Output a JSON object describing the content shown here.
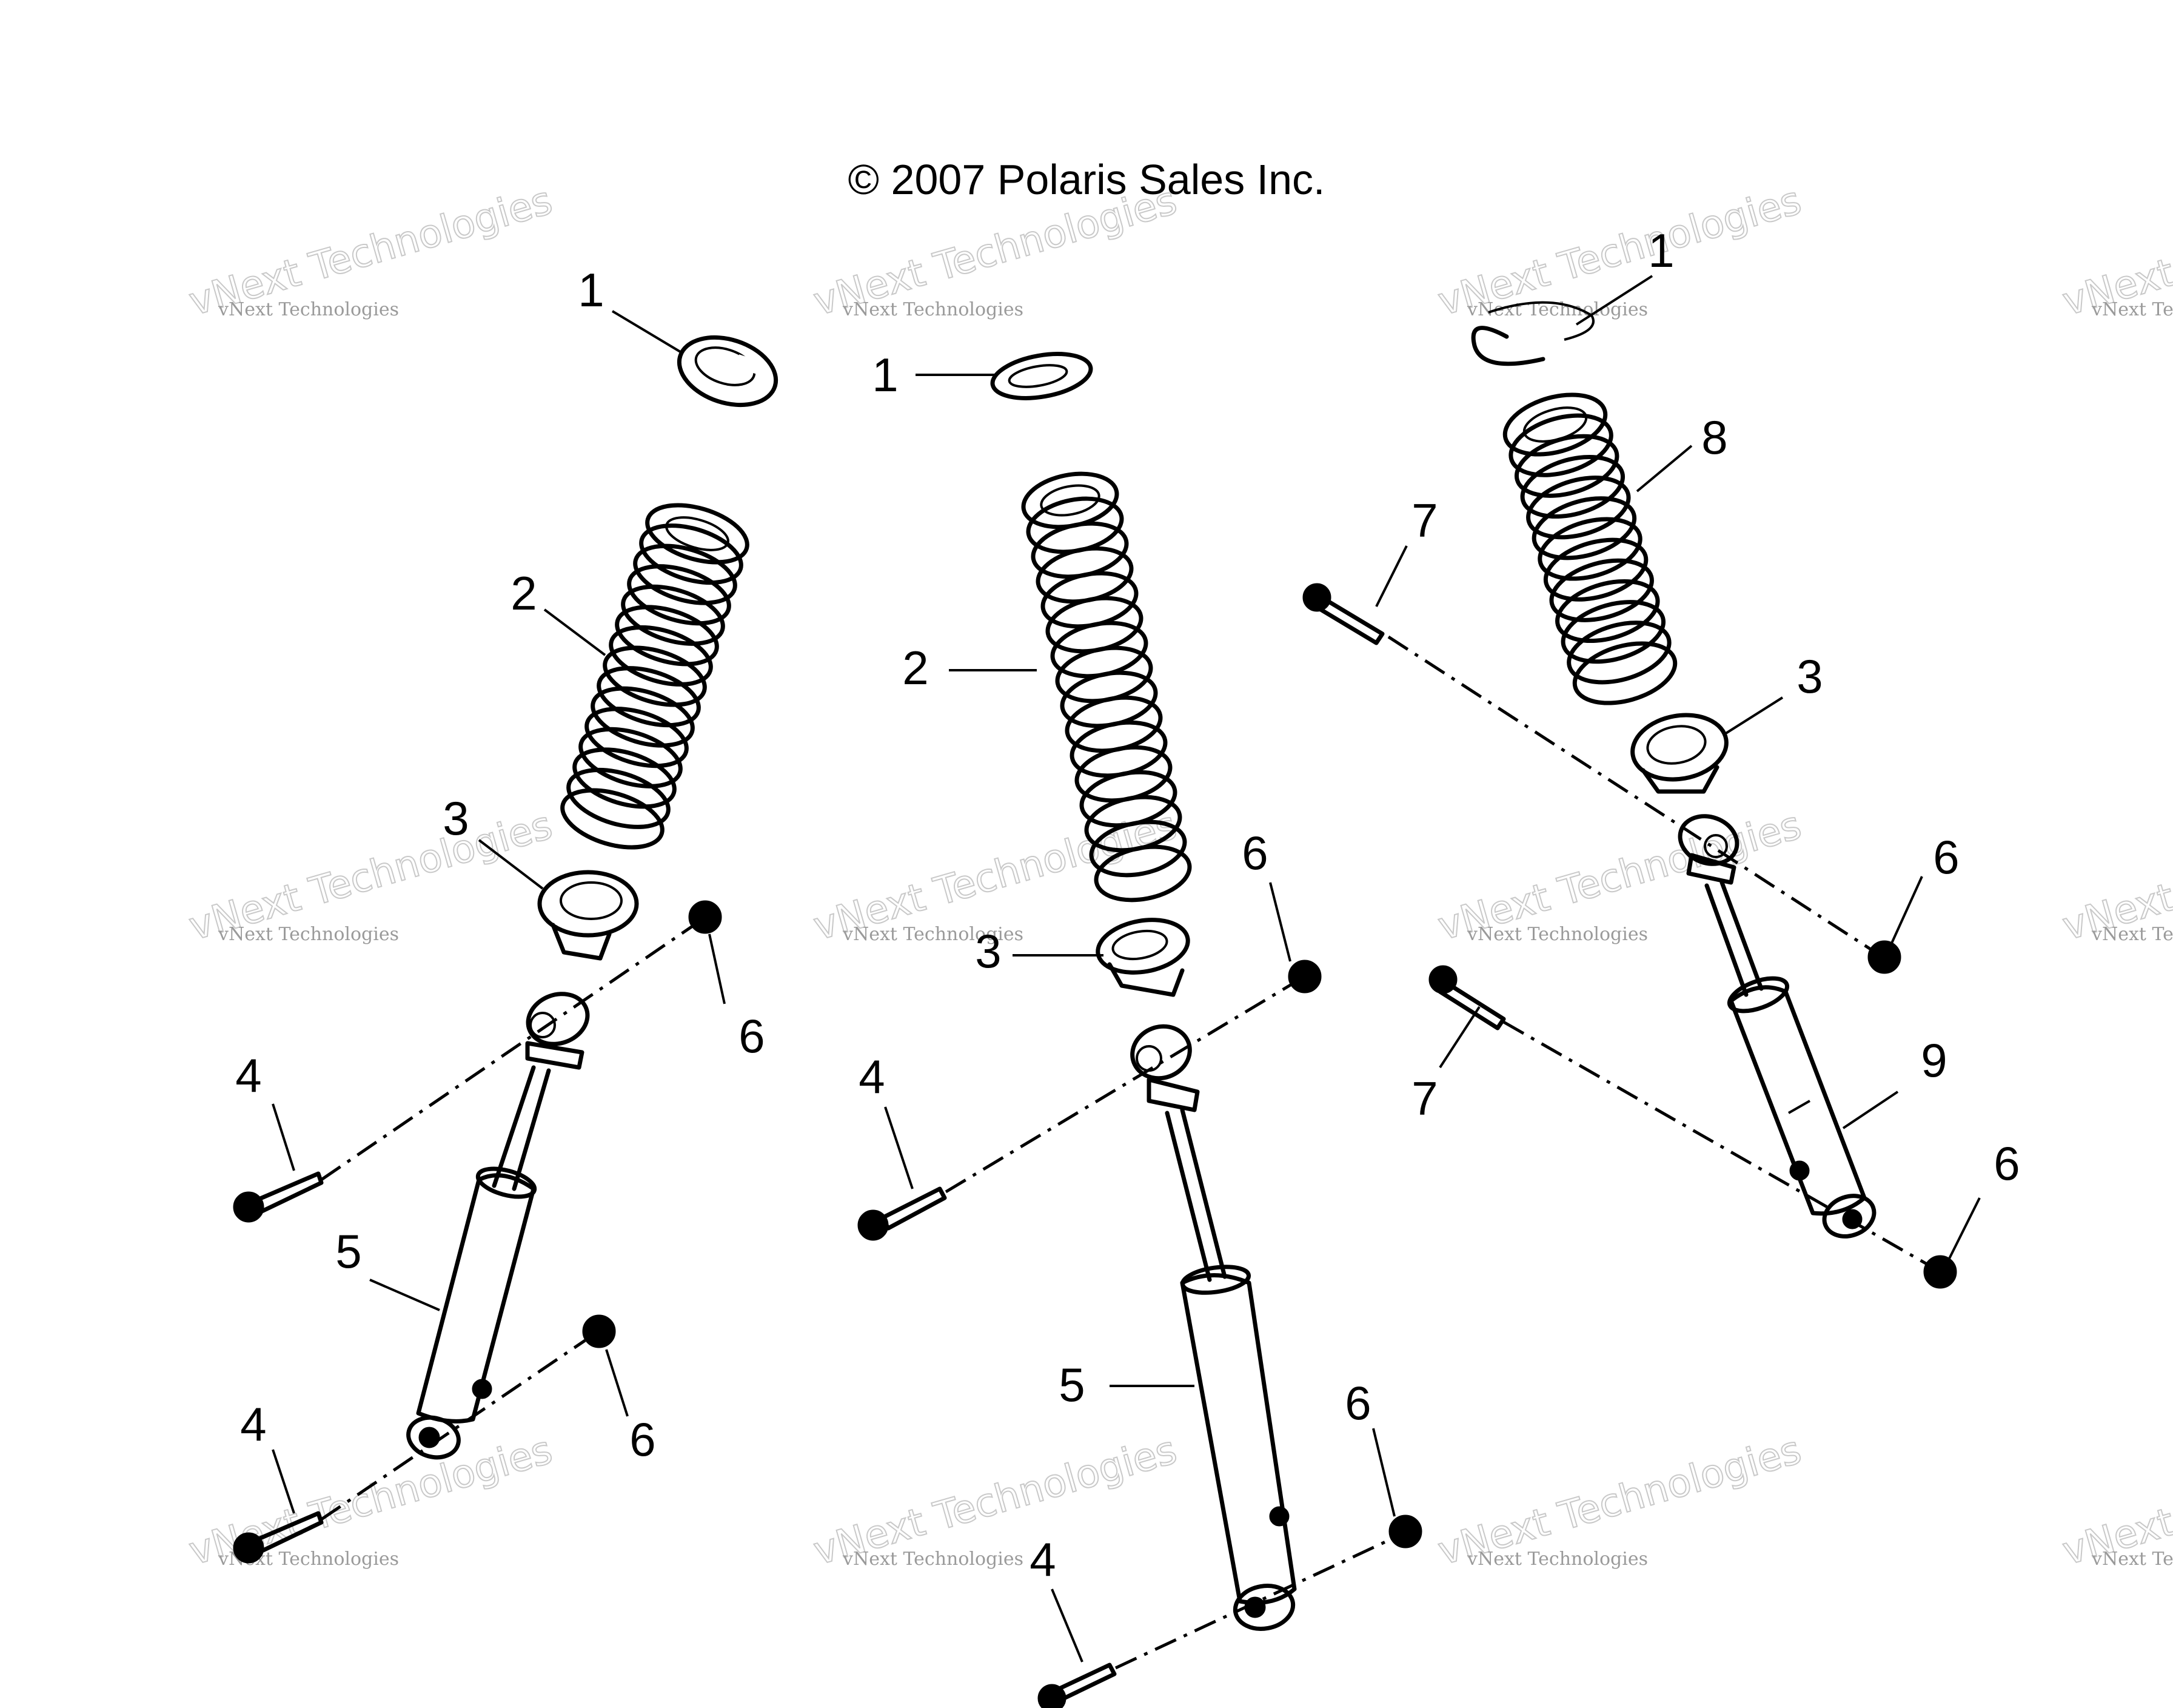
{
  "diagram": {
    "copyright": "© 2007 Polaris Sales Inc.",
    "watermark": {
      "line1": "vNext Technologies",
      "line2": "vNext Technologies"
    },
    "callouts": {
      "left": {
        "c1": "1",
        "c2": "2",
        "c3": "3",
        "c4a": "4",
        "c4b": "4",
        "c5": "5",
        "c6a": "6",
        "c6b": "6"
      },
      "center": {
        "c1": "1",
        "c2": "2",
        "c3": "3",
        "c4a": "4",
        "c4b": "4",
        "c5": "5",
        "c6a": "6",
        "c6b": "6"
      },
      "right": {
        "c1": "1",
        "c3": "3",
        "c6a": "6",
        "c6b": "6",
        "c7a": "7",
        "c7b": "7",
        "c8": "8",
        "c9": "9"
      }
    }
  }
}
